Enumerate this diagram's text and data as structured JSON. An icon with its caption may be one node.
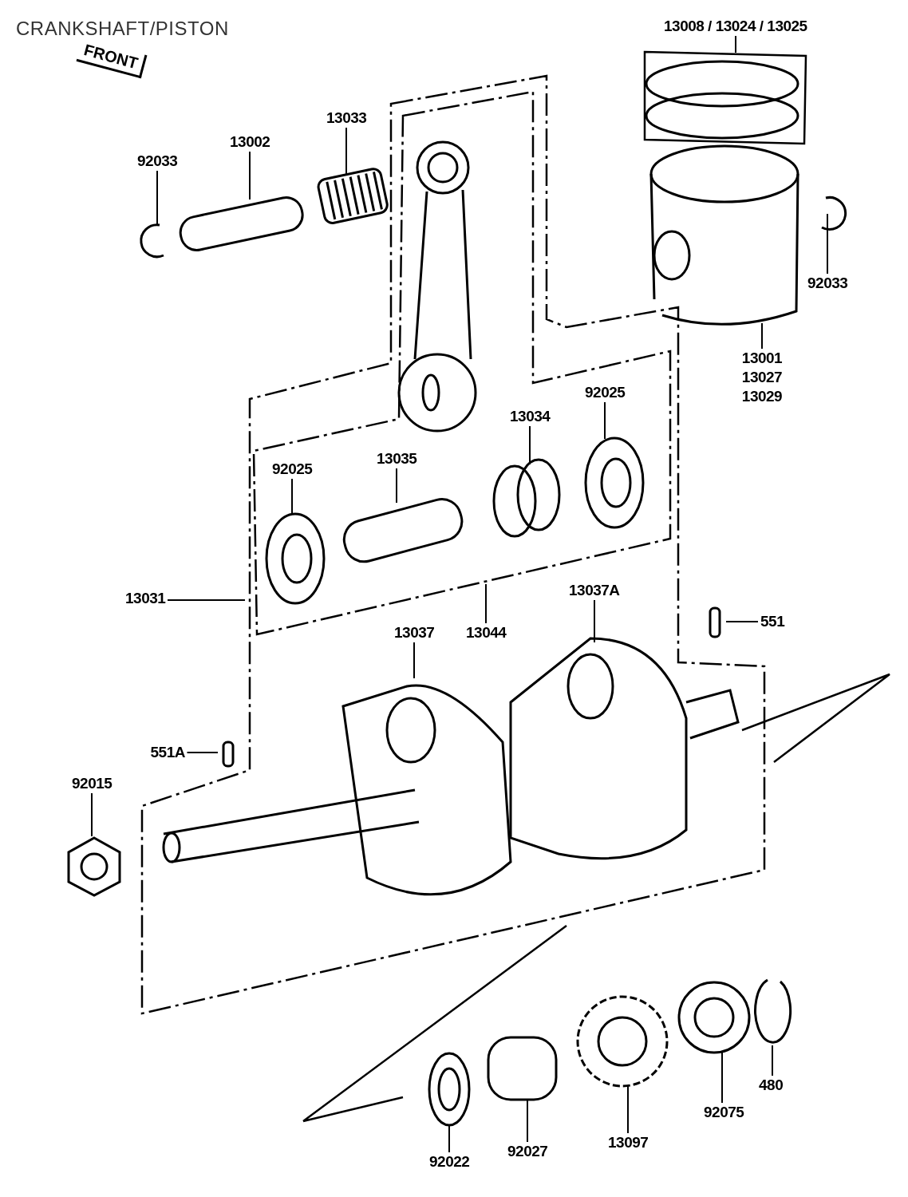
{
  "diagram": {
    "title": "CRANKSHAFT/PISTON",
    "nodes": [
      {
        "text": [
          "13008 / 13024 / 13025"
        ]
      },
      {
        "text": [
          "13033"
        ]
      },
      {
        "text": [
          "13002"
        ]
      },
      {
        "text": [
          "92033"
        ]
      },
      {
        "text": [
          "92033"
        ]
      },
      {
        "text": [
          "92025"
        ]
      },
      {
        "text": [
          "13001 13027 13029"
        ]
      },
      {
        "text": [
          "13034"
        ]
      },
      {
        "text": [
          "13035"
        ]
      },
      {
        "text": [
          "92025"
        ]
      },
      {
        "text": [
          "13037A"
        ]
      },
      {
        "text": [
          "13031"
        ]
      },
      {
        "text": [
          "551"
        ]
      },
      {
        "text": [
          "13037"
        ]
      },
      {
        "text": [
          "13044"
        ]
      },
      {
        "text": [
          "551A"
        ]
      },
      {
        "text": [
          "92015"
        ]
      },
      {
        "text": [
          "480"
        ]
      },
      {
        "text": [
          "92075"
        ]
      },
      {
        "text": [
          "13097"
        ]
      },
      {
        "text": [
          "92027"
        ]
      },
      {
        "text": [
          "92022"
        ]
      }
    ],
    "edges": [
      {
        "from": 0,
        "to": null,
        "arrow": "none"
      },
      {
        "from": 1,
        "to": null,
        "arrow": "none"
      },
      {
        "from": 2,
        "to": null,
        "arrow": "none"
      },
      {
        "from": 3,
        "to": null,
        "arrow": "none"
      },
      {
        "from": 4,
        "to": null,
        "arrow": "none"
      },
      {
        "from": 5,
        "to": null,
        "arrow": "none"
      },
      {
        "from": 6,
        "to": null,
        "arrow": "none"
      },
      {
        "from": 7,
        "to": null,
        "arrow": "none"
      },
      {
        "from": 8,
        "to": null,
        "arrow": "none"
      },
      {
        "from": 9,
        "to": null,
        "arrow": "none"
      },
      {
        "from": 10,
        "to": null,
        "arrow": "none"
      },
      {
        "from": 11,
        "to": null,
        "arrow": "none"
      },
      {
        "from": 12,
        "to": null,
        "arrow": "none"
      },
      {
        "from": 13,
        "to": null,
        "arrow": "none"
      },
      {
        "from": 14,
        "to": null,
        "arrow": "none"
      },
      {
        "from": 15,
        "to": null,
        "arrow": "none"
      },
      {
        "from": 16,
        "to": null,
        "arrow": "none"
      },
      {
        "from": 17,
        "to": null,
        "arrow": "none"
      },
      {
        "from": 18,
        "to": null,
        "arrow": "none"
      },
      {
        "from": 19,
        "to": null,
        "arrow": "none"
      },
      {
        "from": 20,
        "to": null,
        "arrow": "none"
      },
      {
        "from": 21,
        "to": null,
        "arrow": "none"
      }
    ],
    "labels": [
      "FRONT"
    ]
  }
}
